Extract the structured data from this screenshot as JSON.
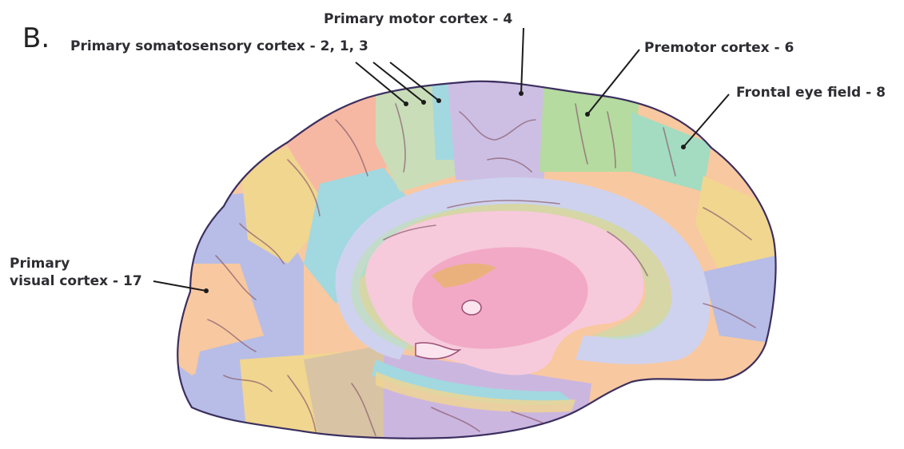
{
  "panel_letter": "B.",
  "labels": {
    "primary_motor": "Primary motor cortex - 4",
    "primary_somatosensory": "Primary somatosensory cortex - 2, 1, 3",
    "premotor": "Premotor cortex - 6",
    "frontal_eye_field": "Frontal eye field - 8",
    "primary_visual_line1": "Primary",
    "primary_visual_line2": "visual cortex - 17"
  },
  "region_colors": {
    "motor": "#cdbfe4",
    "somatosensory": "#c9ddb9",
    "premotor": "#b5dba0",
    "frontal_eye_field": "#a3dcc1",
    "prefrontal_orange": "#f8c8a0",
    "yellow": "#f1d690",
    "salmon": "#f6b8a2",
    "blue": "#a2d8e0",
    "lavender": "#b7bde6",
    "purple": "#cbb6e0",
    "tan": "#d8c4a4",
    "pink_core": "#f2a9c6",
    "brain_outline": "#3c2f5f"
  }
}
